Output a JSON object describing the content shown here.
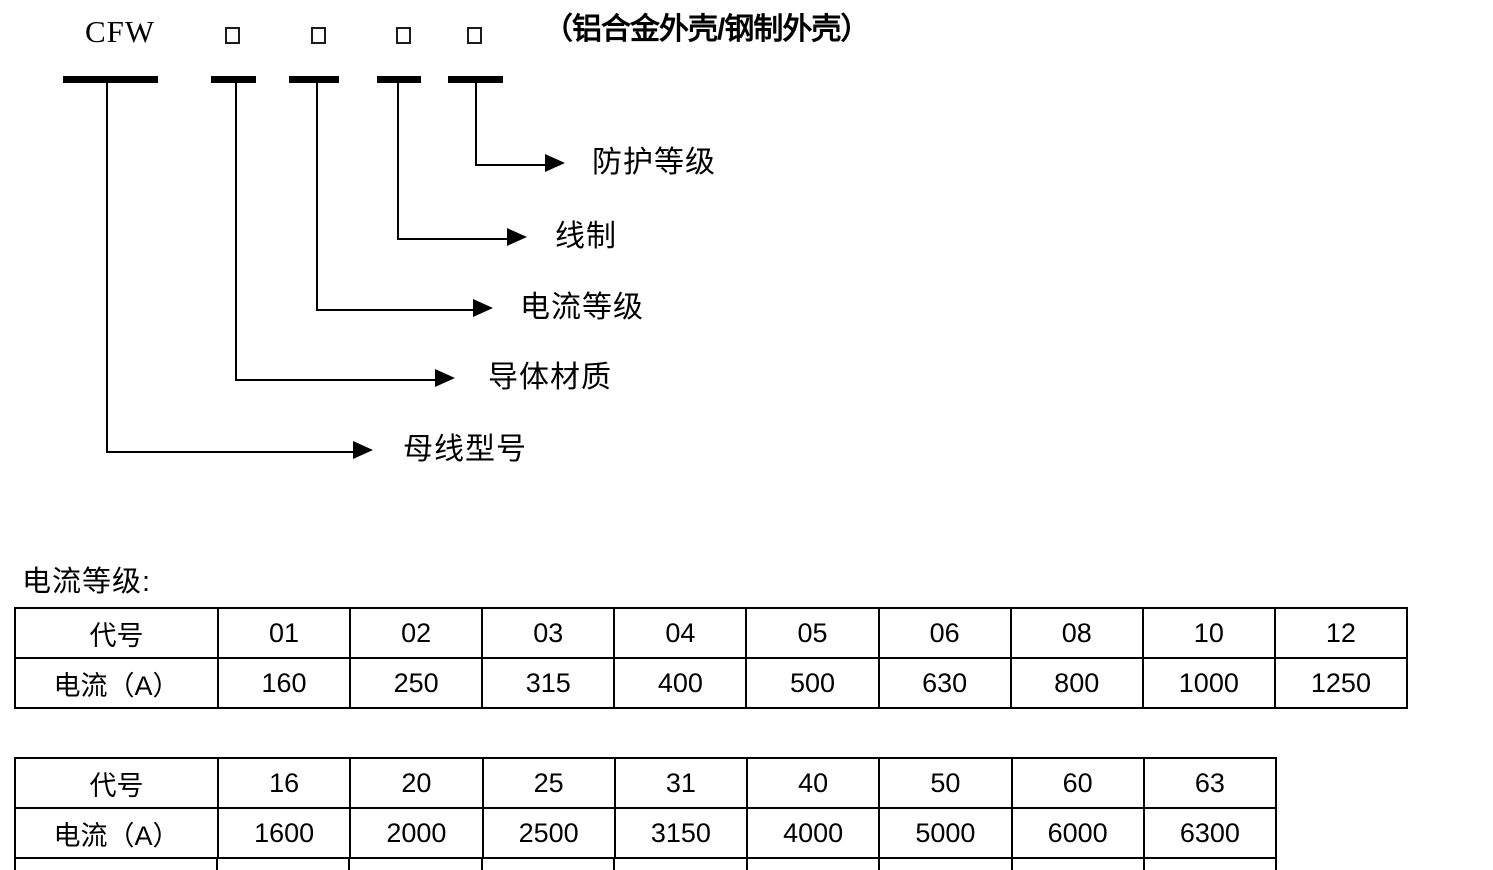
{
  "diagram": {
    "model_prefix": "CFW",
    "enclosure_note": "（铝合金外壳/钢制外壳）",
    "callouts": [
      {
        "label": "防护等级"
      },
      {
        "label": "线制"
      },
      {
        "label": "电流等级"
      },
      {
        "label": "导体材质"
      },
      {
        "label": "母线型号"
      }
    ]
  },
  "section": {
    "heading": "电流等级:"
  },
  "current_tables": [
    {
      "code_label": "代号",
      "current_label": "电流（A）",
      "codes": [
        "01",
        "02",
        "03",
        "04",
        "05",
        "06",
        "08",
        "10",
        "12"
      ],
      "currents": [
        "160",
        "250",
        "315",
        "400",
        "500",
        "630",
        "800",
        "1000",
        "1250"
      ]
    },
    {
      "code_label": "代号",
      "current_label": "电流（A）",
      "codes": [
        "16",
        "20",
        "25",
        "31",
        "40",
        "50",
        "60",
        "63"
      ],
      "currents": [
        "1600",
        "2000",
        "2500",
        "3150",
        "4000",
        "5000",
        "6000",
        "6300"
      ]
    }
  ]
}
